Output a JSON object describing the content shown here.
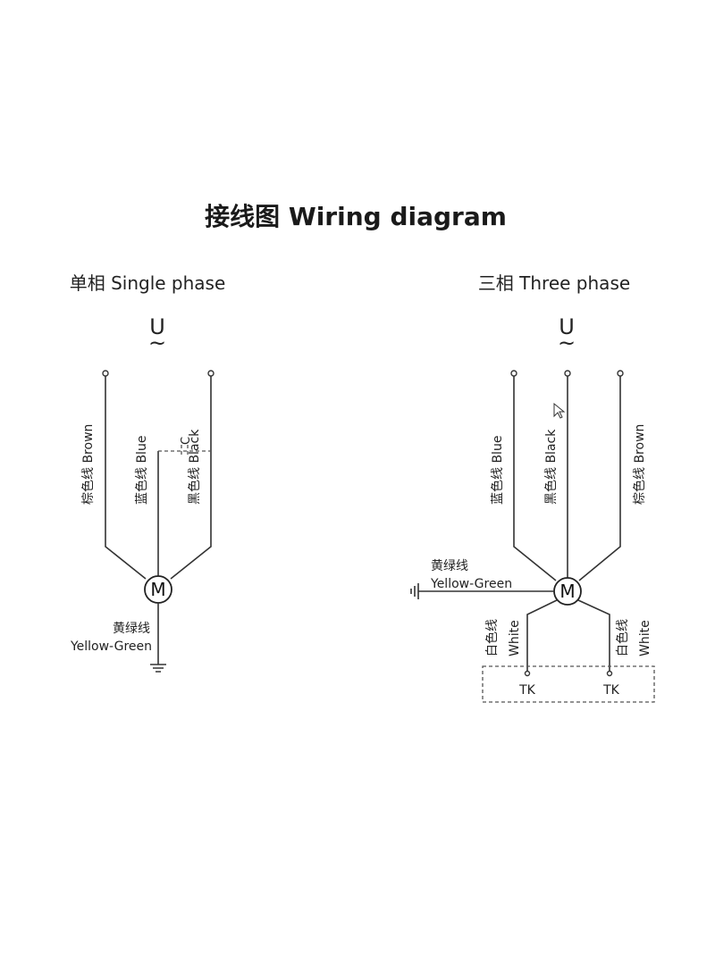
{
  "title": "接线图 Wiring diagram",
  "single_phase": {
    "heading": "单相 Single phase",
    "supply_symbol": "U",
    "supply_tilde": "~",
    "wires": {
      "brown": "棕色线 Brown",
      "blue": "蓝色线 Blue",
      "black": "黑色线 Black",
      "capacitor_mark": "C"
    },
    "motor": "M",
    "ground_cn": "黄绿线",
    "ground_en": "Yellow-Green"
  },
  "three_phase": {
    "heading": "三相 Three phase",
    "supply_symbol": "U",
    "supply_tilde": "~",
    "wires": {
      "blue": "蓝色线 Blue",
      "black": "黑色线 Black",
      "brown": "棕色线 Brown"
    },
    "motor": "M",
    "ground_cn": "黄绿线",
    "ground_en": "Yellow-Green",
    "thermal_wire_cn": "白色线",
    "thermal_wire_en": "White",
    "thermal_left": "TK",
    "thermal_right": "TK"
  }
}
